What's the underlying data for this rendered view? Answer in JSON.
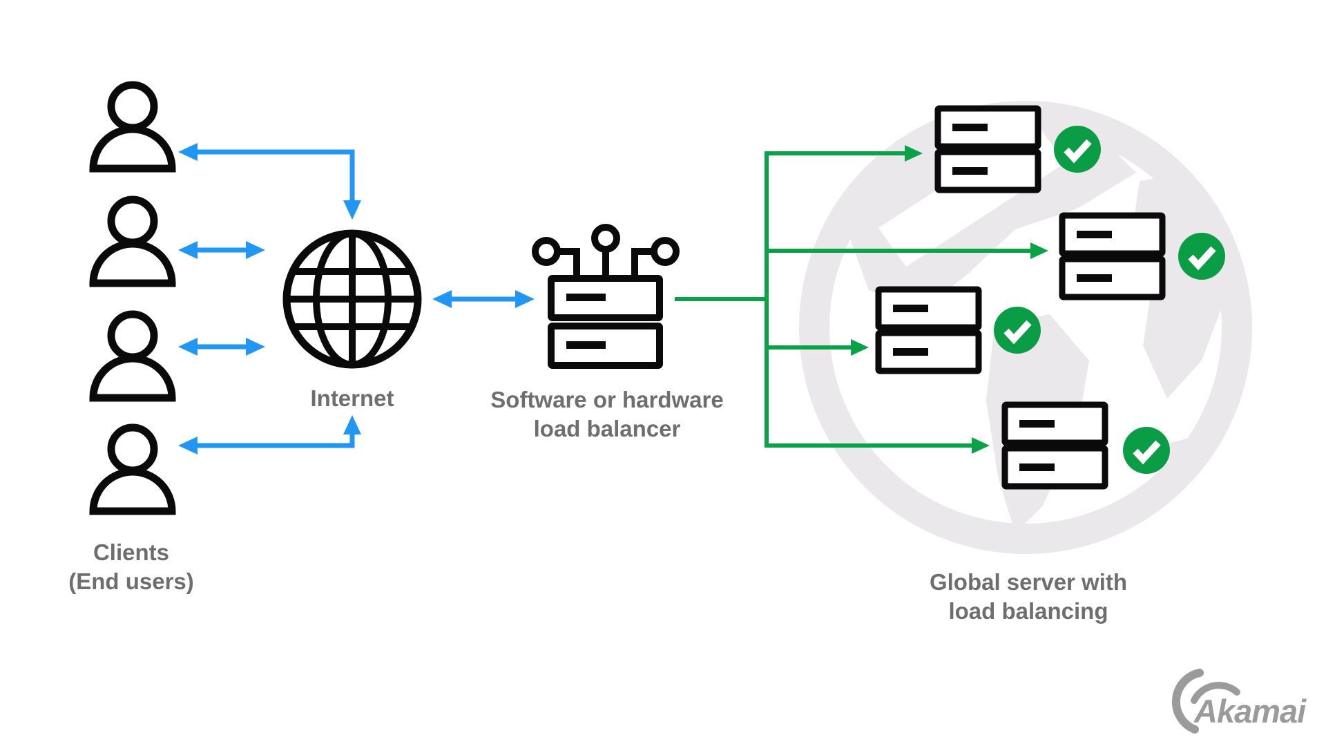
{
  "diagram": {
    "clients": {
      "label_line1": "Clients",
      "label_line2": "(End users)",
      "count": 4
    },
    "internet": {
      "label": "Internet"
    },
    "load_balancer": {
      "label_line1": "Software or hardware",
      "label_line2": "load balancer"
    },
    "global_server": {
      "label_line1": "Global server with",
      "label_line2": "load balancing",
      "server_count": 4,
      "healthy_server_count": 4
    },
    "branding": {
      "logo_text": "Akamai"
    },
    "colors": {
      "client_arrow_blue": "#2196F3",
      "server_arrow_green": "#0AA147",
      "status_badge_green": "#0B9D45",
      "icon_black": "#0A0A0A",
      "label_gray": "#6E6E6E",
      "watermark_gray": "#EAE8EA",
      "logo_gray": "#9B9B9B",
      "background": "#FFFFFF"
    },
    "icons": {
      "client": "person-icon",
      "internet": "globe-icon",
      "load_balancer": "load-balancer-icon",
      "server": "server-rack-icon",
      "status": "check-circle-icon",
      "watermark": "globe-watermark",
      "logo": "akamai-swoosh-icon"
    }
  }
}
